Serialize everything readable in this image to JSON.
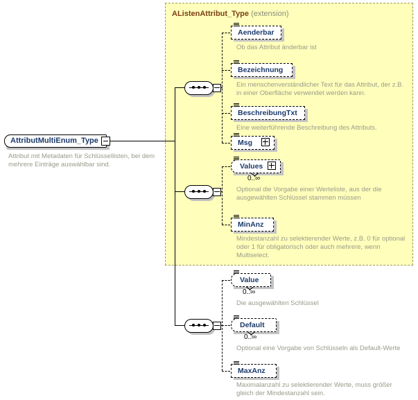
{
  "diagram": {
    "title": "XSD schema diagram for AttributMultiEnum_Type",
    "root": {
      "name": "AttributMultiEnum_Type",
      "toggle": "minus-icon",
      "description": "Attribut mit Metadaten für Schlüssellisten, bei dem mehrere Einträge auswählbar sind."
    },
    "extension_panel": {
      "type_name": "AListenAttribut_Type",
      "kind": "(extension)"
    },
    "compositors": [
      {
        "name": "sequence-compositor-inherited-1",
        "symbol": "sequence"
      },
      {
        "name": "sequence-compositor-inherited-2",
        "symbol": "sequence"
      },
      {
        "name": "sequence-compositor-own",
        "symbol": "sequence"
      }
    ],
    "elements": [
      {
        "name": "Aenderbar",
        "group": "inherited",
        "optional": true,
        "expandable": false,
        "multiplicity": "",
        "description": "Ob das Attribut änderbar ist"
      },
      {
        "name": "Bezeichnung",
        "group": "inherited",
        "optional": true,
        "expandable": false,
        "multiplicity": "",
        "description": "Ein menschenverständlicher Text für das Attribut, der z.B. in einer Oberfläche verwendet werden kann."
      },
      {
        "name": "BeschreibungTxt",
        "group": "inherited",
        "optional": true,
        "expandable": false,
        "multiplicity": "",
        "description": "Eine weiterführende Beschreibung des Attributs."
      },
      {
        "name": "Msg",
        "group": "inherited",
        "optional": true,
        "expandable": true,
        "toggle": "plus-icon",
        "multiplicity": "",
        "description": ""
      },
      {
        "name": "Values",
        "group": "inherited",
        "optional": true,
        "expandable": true,
        "toggle": "plus-icon",
        "multiplicity": "0..∞",
        "description": "Optional die Vorgabe einer Werteliste, aus der die ausgewählten Schlüssel stammen müssen"
      },
      {
        "name": "MinAnz",
        "group": "inherited",
        "optional": true,
        "expandable": false,
        "multiplicity": "",
        "description": "Mindestanzahl zu selektierender Werte, z.B. 0 für optional oder 1 für obligatorisch oder auch mehrere, wenn Multiselect."
      },
      {
        "name": "Value",
        "group": "own",
        "optional": true,
        "expandable": false,
        "multiplicity": "0..∞",
        "description": "Die ausgewählten Schlüssel"
      },
      {
        "name": "Default",
        "group": "own",
        "optional": true,
        "expandable": false,
        "multiplicity": "0..∞",
        "description": "Optional eine Vorgabe von Schlüsseln als Default-Werte"
      },
      {
        "name": "MaxAnz",
        "group": "own",
        "optional": true,
        "expandable": false,
        "multiplicity": "",
        "description": "Maximalanzahl zu selektierender Werte, muss größer gleich der Mindestanzahl sein."
      }
    ],
    "colors": {
      "panel_background": "#ffffbb",
      "panel_border": "#999966",
      "element_label": "#1b3a6b",
      "type_title": "#7b3f12",
      "description_text": "#9a9a8a"
    }
  }
}
